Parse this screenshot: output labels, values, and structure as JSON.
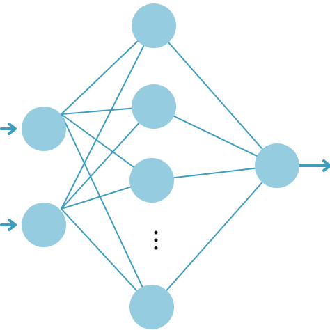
{
  "diagram": {
    "type": "neural-network",
    "colors": {
      "node_fill": "#96CCDF",
      "edge": "#3E9DBE",
      "arrow": "#3E9DBE",
      "ellipsis": "#111111"
    },
    "layers": [
      {
        "name": "input",
        "node_count": 2
      },
      {
        "name": "hidden",
        "node_count": 4,
        "has_ellipsis": true
      },
      {
        "name": "output",
        "node_count": 1
      }
    ],
    "connectivity": "fully-connected",
    "input_arrows": 2,
    "output_arrows": 1
  }
}
